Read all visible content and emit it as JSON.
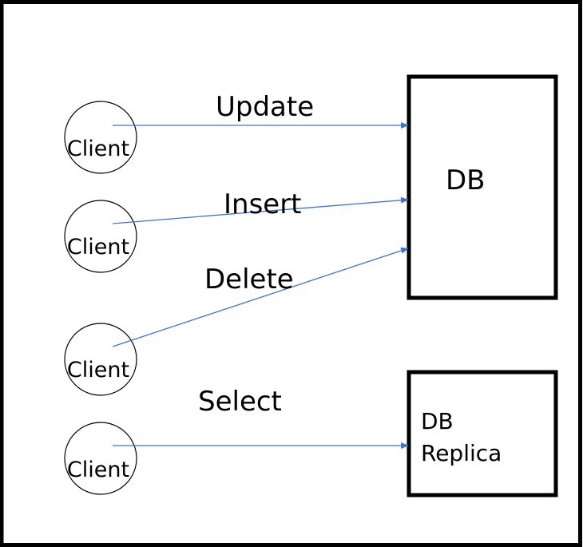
{
  "clients": [
    {
      "label": "Client"
    },
    {
      "label": "Client"
    },
    {
      "label": "Client"
    },
    {
      "label": "Client"
    }
  ],
  "operations": [
    {
      "label": "Update",
      "target": "db"
    },
    {
      "label": "Insert",
      "target": "db"
    },
    {
      "label": "Delete",
      "target": "db"
    },
    {
      "label": "Select",
      "target": "db-replica"
    }
  ],
  "db": {
    "label": "DB"
  },
  "db_replica": {
    "line1": "DB",
    "line2": "Replica"
  },
  "colors": {
    "arrow": "#4472C4",
    "stroke": "#000000",
    "background": "#ffffff"
  }
}
